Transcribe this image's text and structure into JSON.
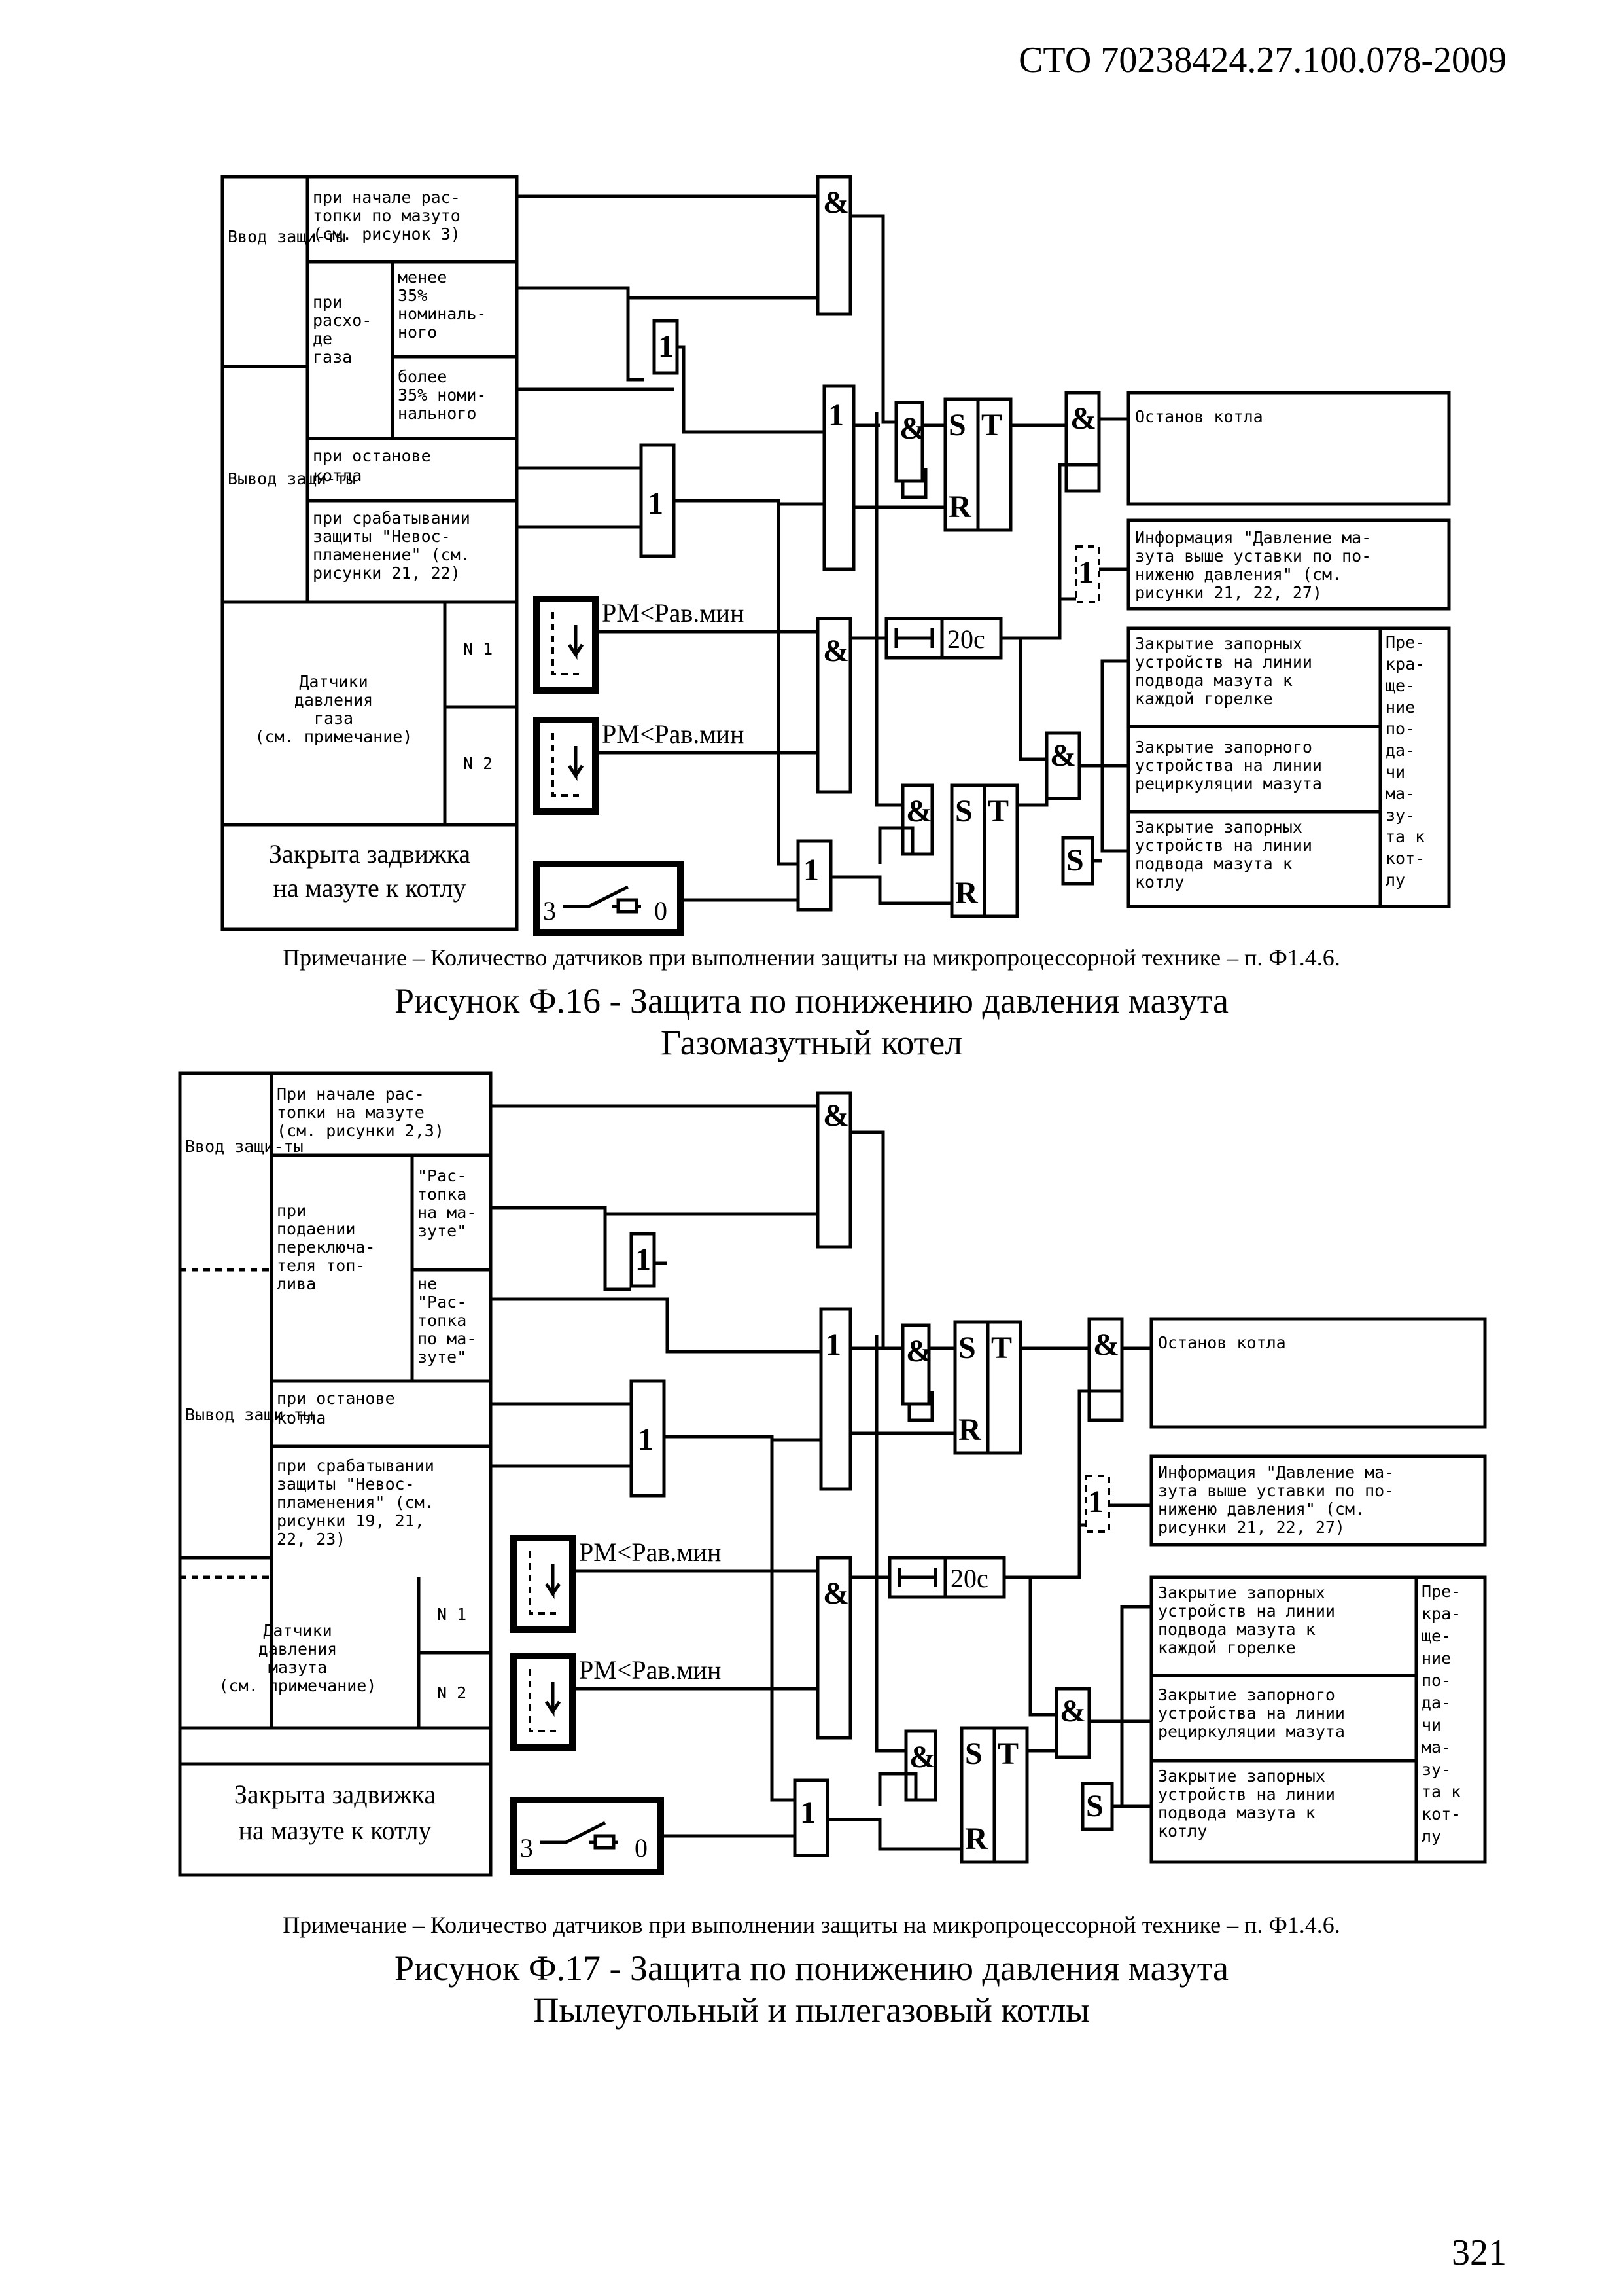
{
  "header": {
    "doc_code": "СТО 70238424.27.100.078-2009"
  },
  "page_number": "321",
  "figure16": {
    "note": "Примечание –  Количество датчиков при выполнении защиты на микропроцессорной технике –  п. Ф1.4.6.",
    "caption": "Рисунок Ф.16 - Защита по понижению давления мазута",
    "subcaption": "Газомазутный котел",
    "input_group": "Ввод защи-ты",
    "cond_start": [
      "при начале рас-",
      "топки по мазуто",
      "(см. рисунок 3)"
    ],
    "cond_gas": [
      "при",
      "расхо-",
      "де",
      "газа"
    ],
    "cond_less": [
      "менее",
      "35%",
      "номиналь-",
      "ного"
    ],
    "cond_more": [
      "более",
      "35% номи-",
      "нального"
    ],
    "output_group": "Вывод защи-ты",
    "cond_stop": [
      "при останове",
      "котла"
    ],
    "cond_trip": [
      "при срабатывании",
      "защиты \"Невос-",
      "пламенение\" (см.",
      "рисунки 21, 22)"
    ],
    "sensors": [
      "Датчики",
      "давления",
      "газа",
      "(см. примечание)"
    ],
    "ch1": "N 1",
    "ch2": "N 2",
    "valve": [
      "Закрыта задвижка",
      "на мазуте к котлу"
    ],
    "pressure1": "PМ<Pав.мин",
    "pressure2": "PМ<Pав.мин",
    "switch_left": "3",
    "switch_right": "0",
    "timer": "20с",
    "out_stop": "Останов котла",
    "out_info": [
      "Информация \"Давление ма-",
      "зута выше уставки по по-",
      "ниженю давления\" (см.",
      "рисунки 21, 22, 27)"
    ],
    "out_close1": [
      "Закрытие запорных",
      "устройств на линии",
      "подвода мазута к",
      "каждой горелке"
    ],
    "out_close2": [
      "Закрытие запорного",
      "устройства на линии",
      "рециркуляции мазута"
    ],
    "out_close3": [
      "Закрытие запорных",
      "устройств на линии",
      "подвода мазута к",
      "котлу"
    ],
    "out_note": [
      "Пре-",
      "кра-",
      "ще-",
      "ние",
      "по-",
      "да-",
      "чи",
      "ма-",
      "зу-",
      "та к",
      "кот-",
      "лу"
    ]
  },
  "figure17": {
    "note": "Примечание –  Количество датчиков при выполнении защиты на микропроцессорной технике –  п. Ф1.4.6.",
    "caption": "Рисунок Ф.17 - Защита по понижению давления мазута",
    "subcaption": "Пылеугольный и пылегазовый котлы",
    "input_group": "Ввод защи-ты",
    "cond_start": [
      "При начале рас-",
      "топки на мазуте",
      "(см. рисунки 2,3)"
    ],
    "cond_switch": [
      "при",
      "подаении",
      "переключа-",
      "теля топ-",
      "лива"
    ],
    "cond_fuel_yes": [
      "\"Рас-",
      "топка",
      "на ма-",
      "зуте\""
    ],
    "cond_fuel_no": [
      "не",
      "\"Рас-",
      "топка",
      "по ма-",
      "зуте\""
    ],
    "output_group": "Вывод защи-ты",
    "cond_stop": [
      "при останове",
      "котла"
    ],
    "cond_trip": [
      "при срабатывании",
      "защиты \"Невос-",
      "пламенения\" (см.",
      "рисунки 19, 21,",
      "22, 23)"
    ],
    "sensors": [
      "Датчики",
      "давления",
      "мазута",
      "(см. примечание)"
    ],
    "ch1": "N 1",
    "ch2": "N 2",
    "valve": [
      "Закрыта задвижка",
      "на мазуте к котлу"
    ],
    "pressure1": "PМ<Pав.мин",
    "pressure2": "PМ<Pав.мин",
    "switch_left": "3",
    "switch_right": "0",
    "timer": "20с",
    "out_stop": "Останов котла",
    "out_info": [
      "Информация \"Давление ма-",
      "зута выше уставки по по-",
      "ниженю давления\" (см.",
      "рисунки 21, 22, 27)"
    ],
    "out_close1": [
      "Закрытие запорных",
      "устройств на линии",
      "подвода мазута к",
      "каждой горелке"
    ],
    "out_close2": [
      "Закрытие запорного",
      "устройства на линии",
      "рециркуляции мазута"
    ],
    "out_close3": [
      "Закрытие запорных",
      "устройств на линии",
      "подвода мазута к",
      "котлу"
    ],
    "out_note": [
      "Пре-",
      "кра-",
      "ще-",
      "ние",
      "по-",
      "да-",
      "чи",
      "ма-",
      "зу-",
      "та к",
      "кот-",
      "лу"
    ]
  },
  "gates": {
    "and": "&",
    "or": "1",
    "set": "S",
    "reset": "R",
    "trigger": "T",
    "pulse": "S"
  }
}
